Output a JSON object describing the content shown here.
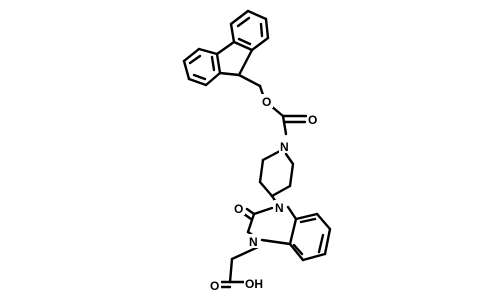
{
  "molecule": {
    "atoms": {
      "carbamate_o": "O",
      "carbonyl_o": "O",
      "piperidine_n": "N",
      "urea_o": "O",
      "imidazole_n_upper": "N",
      "imidazole_n_lower": "N",
      "acid_o": "O",
      "acid_oh": "OH"
    },
    "colors": {
      "bond": "#000000",
      "label": "#000000",
      "background": "#ffffff"
    }
  }
}
